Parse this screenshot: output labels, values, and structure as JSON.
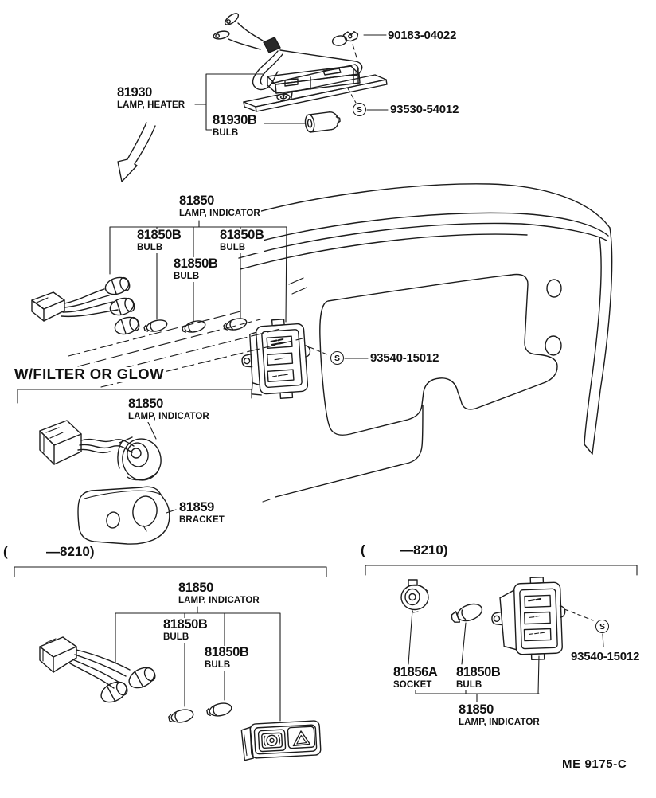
{
  "colors": {
    "ink": "#1c1c1c",
    "paper": "#ffffff"
  },
  "symbols": {
    "screw_stamp": "S"
  },
  "footer": {
    "drawing_code": "ME 9175-C"
  },
  "heater_lamp_section": {
    "grommet": {
      "part_no": "90183-04022"
    },
    "lamp": {
      "part_no": "81930",
      "part_name": "LAMP, HEATER"
    },
    "bulb": {
      "part_no": "81930B",
      "part_name": "BULB"
    },
    "screw": {
      "part_no": "93530-54012"
    }
  },
  "indicator_lamp_section": {
    "lamp": {
      "part_no": "81850",
      "part_name": "LAMP, INDICATOR"
    },
    "bulb_left": {
      "part_no": "81850B",
      "part_name": "BULB"
    },
    "bulb_center": {
      "part_no": "81850B",
      "part_name": "BULB"
    },
    "bulb_right": {
      "part_no": "81850B",
      "part_name": "BULB"
    },
    "screw": {
      "part_no": "93540-15012"
    }
  },
  "filter_glow_section": {
    "title": "W/FILTER OR GLOW",
    "lamp": {
      "part_no": "81850",
      "part_name": "LAMP, INDICATOR"
    },
    "bracket": {
      "part_no": "81859",
      "part_name": "BRACKET"
    }
  },
  "early_production_left": {
    "open_paren": "(",
    "date_range": "—8210)",
    "lamp": {
      "part_no": "81850",
      "part_name": "LAMP, INDICATOR"
    },
    "bulb_upper": {
      "part_no": "81850B",
      "part_name": "BULB"
    },
    "bulb_lower": {
      "part_no": "81850B",
      "part_name": "BULB"
    }
  },
  "early_production_right": {
    "open_paren": "(",
    "date_range": "—8210)",
    "socket": {
      "part_no": "81856A",
      "part_name": "SOCKET"
    },
    "bulb": {
      "part_no": "81850B",
      "part_name": "BULB"
    },
    "lamp": {
      "part_no": "81850",
      "part_name": "LAMP, INDICATOR"
    },
    "screw": {
      "part_no": "93540-15012"
    }
  }
}
